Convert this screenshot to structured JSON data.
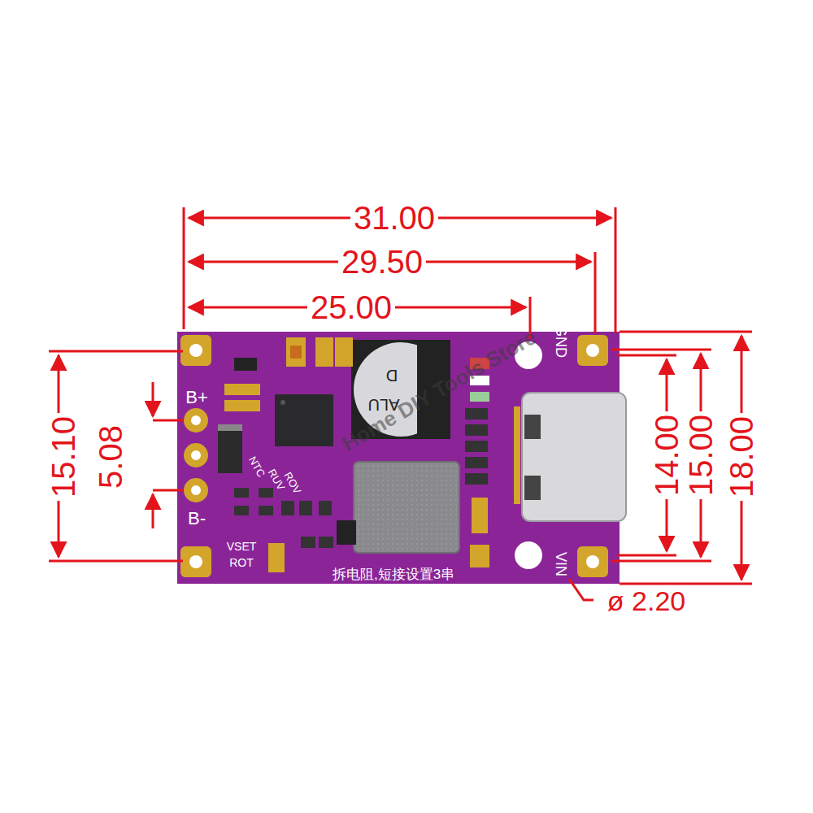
{
  "diagram": {
    "labels": [
      "31.00",
      "29.50",
      "25.00",
      "15.10",
      "5.08",
      "14.00",
      "15.00",
      "18.00",
      "ø 2.20",
      "B+",
      "B-",
      "GND",
      "VIN",
      "NTC",
      "RUV",
      "ROV",
      "VSET",
      "ROT",
      "拆电阻,短接设置3串",
      "ALU",
      "D",
      "Home DIY Tools Store"
    ]
  }
}
